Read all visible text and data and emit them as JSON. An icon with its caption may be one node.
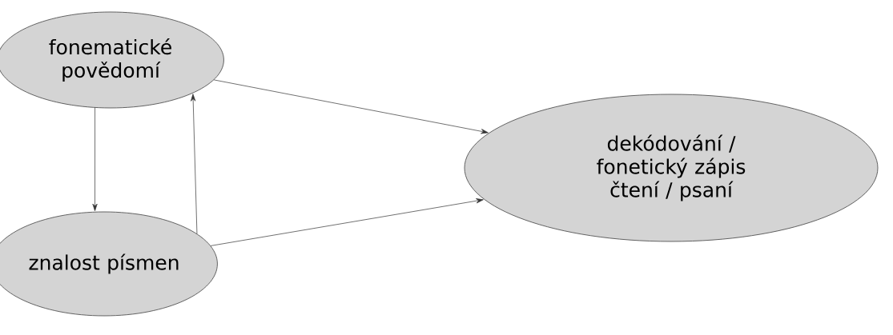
{
  "diagram": {
    "nodes": [
      {
        "text": [
          "fonematické povědomí"
        ]
      },
      {
        "text": [
          "znalost písmen"
        ]
      },
      {
        "text": [
          "dekódování / fonetický zápis",
          "čtení / psaní"
        ]
      }
    ],
    "edges": [
      {
        "from": 0,
        "to": 1,
        "arrow": "to"
      },
      {
        "from": 1,
        "to": 0,
        "arrow": "to"
      },
      {
        "from": 0,
        "to": 2,
        "arrow": "to"
      },
      {
        "from": 1,
        "to": 2,
        "arrow": "to"
      }
    ]
  }
}
